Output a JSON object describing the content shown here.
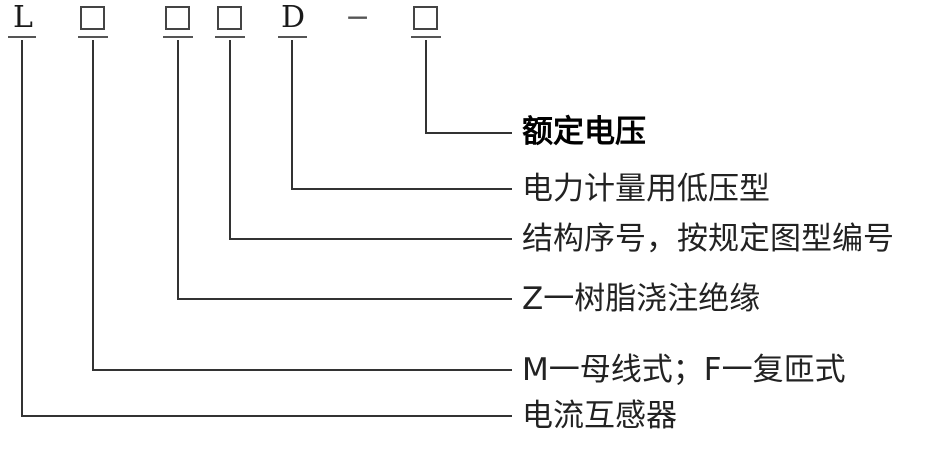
{
  "model_code": {
    "prefix": "L",
    "type_letter": "D",
    "dash": "−"
  },
  "descriptions": [
    {
      "id": "rated-voltage",
      "text": "额定电压",
      "bold": true
    },
    {
      "id": "low-voltage-metering",
      "text": "电力计量用低压型",
      "bold": false
    },
    {
      "id": "structure-serial",
      "text": "结构序号，按规定图型编号",
      "bold": false
    },
    {
      "id": "resin-casting",
      "text": "Z一树脂浇注绝缘",
      "bold": false
    },
    {
      "id": "busbar-type",
      "text": "M一母线式；F一复匝式",
      "bold": false
    },
    {
      "id": "current-transformer",
      "text": "电流互感器",
      "bold": false
    }
  ]
}
